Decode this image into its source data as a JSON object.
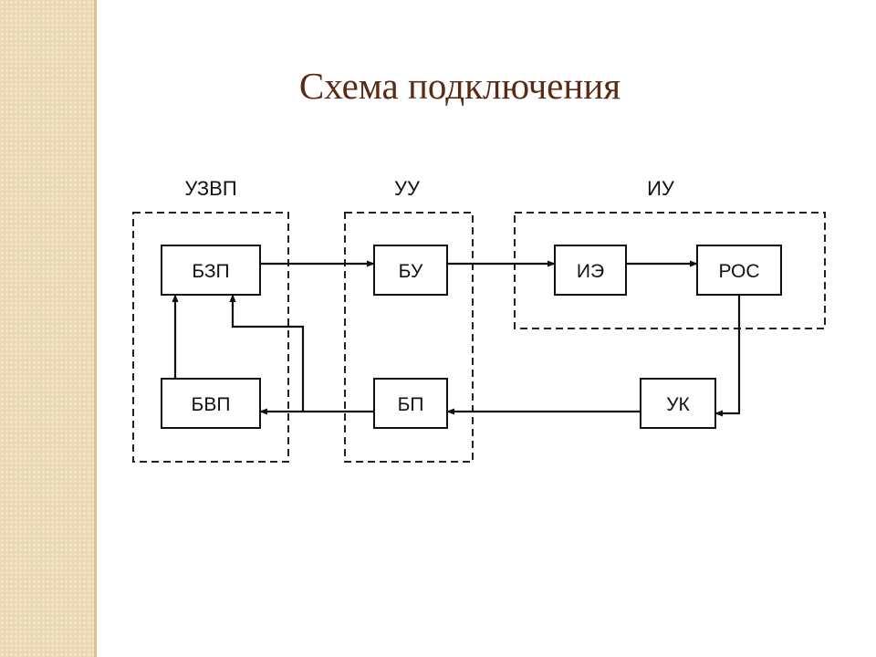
{
  "title": "Схема подключения",
  "diagram": {
    "groups": {
      "uzvp": "УЗВП",
      "uu": "УУ",
      "iu": "ИУ"
    },
    "blocks": {
      "bzp": "БЗП",
      "bu": "БУ",
      "ie": "ИЭ",
      "ros": "РОС",
      "bvp": "БВП",
      "bp": "БП",
      "uk": "УК"
    }
  }
}
